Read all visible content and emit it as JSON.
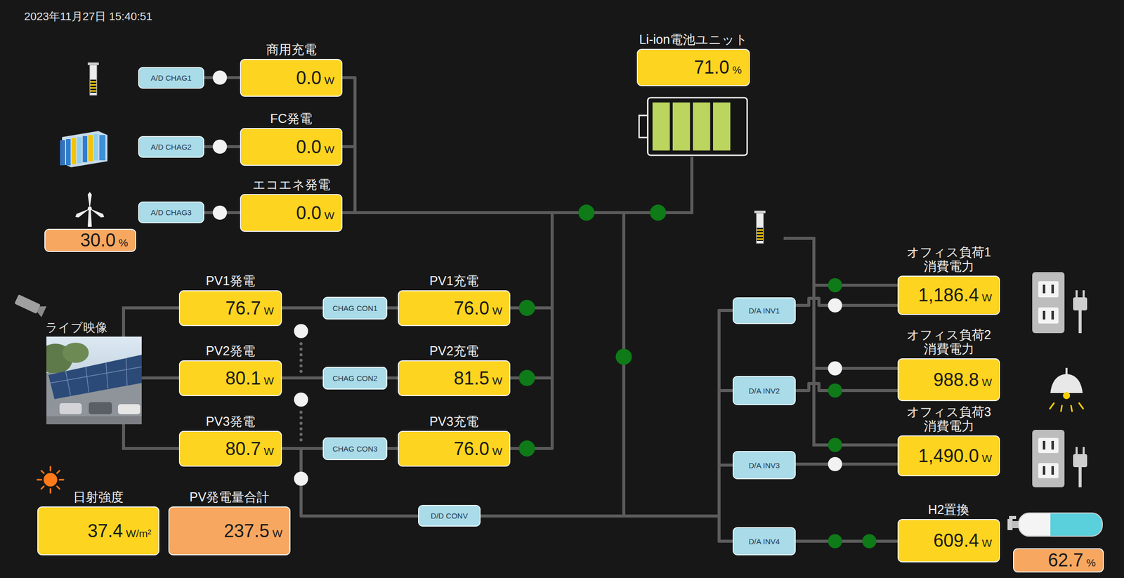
{
  "diagram": {
    "nodes": [
      {
        "text": [
          "A/D CHAG1"
        ]
      },
      {
        "text": [
          "商用充電",
          "0.0",
          "W"
        ]
      },
      {
        "text": [
          "Li-ion電池ユニット",
          "71.0",
          "%"
        ]
      },
      {
        "text": [
          "A/D CHAG2"
        ]
      },
      {
        "text": [
          "FC発電",
          "0.0",
          "W"
        ]
      },
      {
        "text": [
          "A/D CHAG3"
        ]
      },
      {
        "text": [
          "エコエネ発電",
          "0.0",
          "W"
        ]
      },
      {
        "text": [
          "30.0",
          "%"
        ]
      },
      {
        "text": [
          "PV1発電",
          "76.7",
          "W"
        ]
      },
      {
        "text": [
          "CHAG CON1"
        ]
      },
      {
        "text": [
          "PV1充電",
          "76.0",
          "W"
        ]
      },
      {
        "text": [
          "D/A INV1"
        ]
      },
      {
        "text": [
          "オフィス負荷1 消費電力",
          "1,186.4",
          "W"
        ]
      },
      {
        "text": [
          "PV2発電",
          "80.1",
          "W"
        ]
      },
      {
        "text": [
          "CHAG CON2"
        ]
      },
      {
        "text": [
          "PV2充電",
          "81.5",
          "W"
        ]
      },
      {
        "text": [
          "D/A INV2"
        ]
      },
      {
        "text": [
          "オフィス負荷2 消費電力",
          "988.8",
          "W"
        ]
      },
      {
        "text": [
          "PV3発電",
          "80.7",
          "W"
        ]
      },
      {
        "text": [
          "CHAG CON3"
        ]
      },
      {
        "text": [
          "PV3充電",
          "76.0",
          "W"
        ]
      },
      {
        "text": [
          "D/A INV3"
        ]
      },
      {
        "text": [
          "オフィス負荷3 消費電力",
          "1,490.0",
          "W"
        ]
      },
      {
        "text": [
          "日射強度",
          "37.4",
          "W/m²"
        ]
      },
      {
        "text": [
          "PV発電量合計",
          "237.5",
          "W"
        ]
      },
      {
        "text": [
          "D/D CONV"
        ]
      },
      {
        "text": [
          "D/A INV4"
        ]
      },
      {
        "text": [
          "H2置換",
          "609.4",
          "W"
        ]
      },
      {
        "text": [
          "62.7",
          "%"
        ]
      }
    ],
    "edges": [
      {
        "from": 0,
        "to": 1,
        "arrow": "none"
      },
      {
        "from": 3,
        "to": 4,
        "arrow": "none"
      },
      {
        "from": 5,
        "to": 6,
        "arrow": "none"
      },
      {
        "from": 1,
        "to": 2,
        "arrow": "none"
      },
      {
        "from": 4,
        "to": 2,
        "arrow": "none"
      },
      {
        "from": 6,
        "to": 2,
        "arrow": "none"
      },
      {
        "from": 8,
        "to": 9,
        "arrow": "none"
      },
      {
        "from": 9,
        "to": 10,
        "arrow": "none"
      },
      {
        "from": 10,
        "to": 2,
        "arrow": "none"
      },
      {
        "from": 13,
        "to": 14,
        "arrow": "none"
      },
      {
        "from": 14,
        "to": 15,
        "arrow": "none"
      },
      {
        "from": 15,
        "to": 2,
        "arrow": "none"
      },
      {
        "from": 18,
        "to": 19,
        "arrow": "none"
      },
      {
        "from": 19,
        "to": 20,
        "arrow": "none"
      },
      {
        "from": 20,
        "to": 2,
        "arrow": "none"
      },
      {
        "from": 18,
        "to": 25,
        "arrow": "none"
      },
      {
        "from": 25,
        "to": 11,
        "arrow": "none"
      },
      {
        "from": 25,
        "to": 16,
        "arrow": "none"
      },
      {
        "from": 25,
        "to": 21,
        "arrow": "none"
      },
      {
        "from": 25,
        "to": 26,
        "arrow": "none"
      },
      {
        "from": 2,
        "to": 11,
        "arrow": "none"
      },
      {
        "from": 2,
        "to": 16,
        "arrow": "none"
      },
      {
        "from": 2,
        "to": 21,
        "arrow": "none"
      },
      {
        "from": 2,
        "to": 26,
        "arrow": "none"
      },
      {
        "from": 11,
        "to": 12,
        "arrow": "none"
      },
      {
        "from": 16,
        "to": 17,
        "arrow": "none"
      },
      {
        "from": 21,
        "to": 22,
        "arrow": "none"
      },
      {
        "from": 26,
        "to": 27,
        "arrow": "none"
      }
    ],
    "labels": [
      "2023年11月27日 15:40:51",
      "ライブ映像"
    ]
  }
}
